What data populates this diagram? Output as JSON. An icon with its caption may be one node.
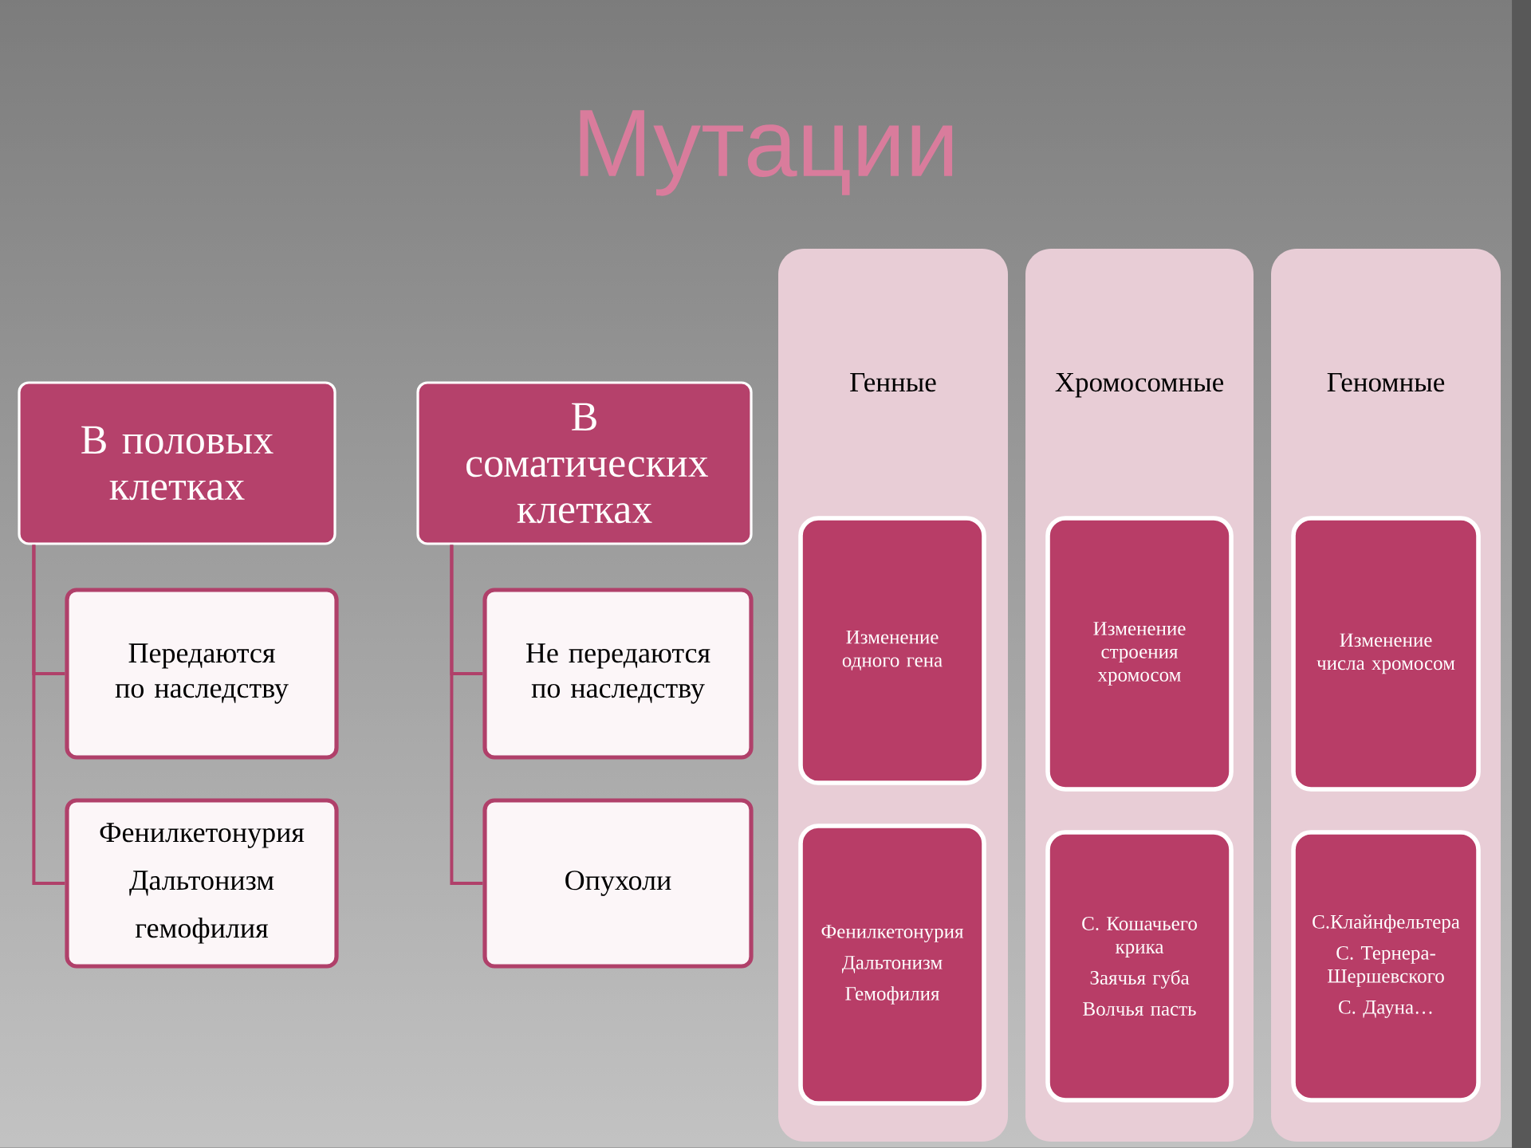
{
  "diagram": {
    "title": "Мутации",
    "nodes": [
      {
        "text": [
          "В половых клетках"
        ]
      },
      {
        "text": [
          "Передаются по наследству"
        ]
      },
      {
        "text": [
          "Фенилкетонурия",
          "Дальтонизм",
          "гемофилия"
        ]
      },
      {
        "text": [
          "В соматических клетках"
        ]
      },
      {
        "text": [
          "Не передаются по наследству"
        ]
      },
      {
        "text": [
          "Опухоли"
        ]
      },
      {
        "text": [
          "Генные"
        ]
      },
      {
        "text": [
          "Изменение одного гена"
        ],
        "in": 6
      },
      {
        "text": [
          "Фенилкетонурия",
          "Дальтонизм",
          "Гемофилия"
        ],
        "in": 6
      },
      {
        "text": [
          "Хромосомные"
        ]
      },
      {
        "text": [
          "Изменение строения хромосом"
        ],
        "in": 9
      },
      {
        "text": [
          "С. Кошачьего крика",
          "Заячья губа",
          "Волчья пасть"
        ],
        "in": 9
      },
      {
        "text": [
          "Геномные"
        ]
      },
      {
        "text": [
          "Изменение числа хромосом"
        ],
        "in": 12
      },
      {
        "text": [
          "С.Клайнфельтера",
          "С. Тернера-Шершевского",
          "С. Дауна…"
        ],
        "in": 12
      }
    ],
    "edges": [
      {
        "from": 0,
        "to": 1,
        "arrow": "none"
      },
      {
        "from": 0,
        "to": 2,
        "arrow": "none"
      },
      {
        "from": 3,
        "to": 4,
        "arrow": "none"
      },
      {
        "from": 3,
        "to": 5,
        "arrow": "none"
      }
    ]
  }
}
